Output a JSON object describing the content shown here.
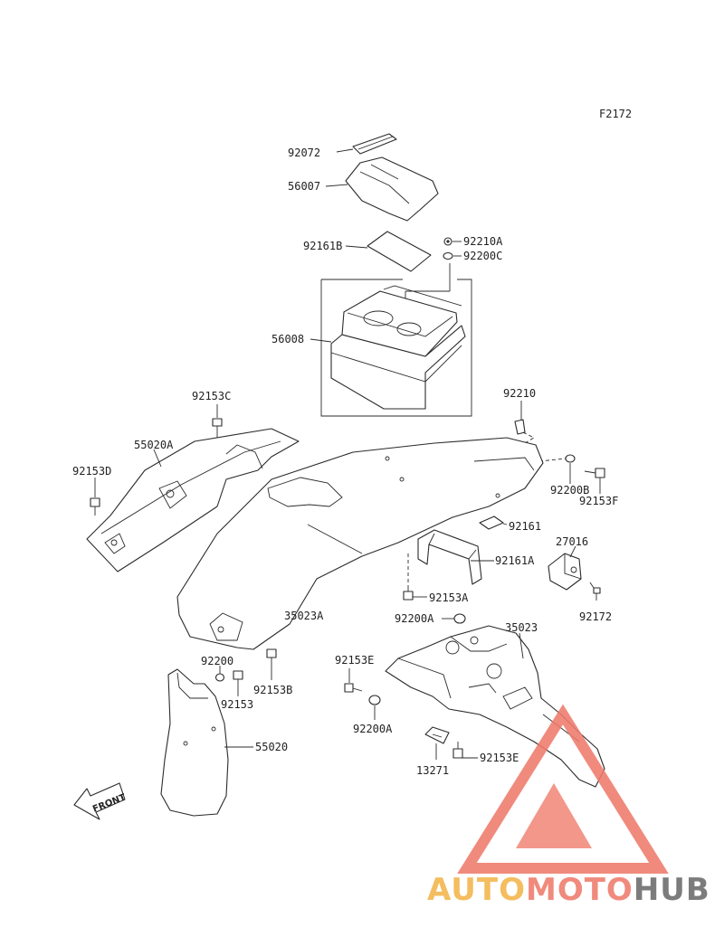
{
  "figure_code": "F2172",
  "labels": {
    "p92072": "92072",
    "p56007": "56007",
    "p92161B": "92161B",
    "p92210A": "92210A",
    "p92200C": "92200C",
    "p56008": "56008",
    "p92153C": "92153C",
    "p92210": "92210",
    "p55020A": "55020A",
    "p92153D": "92153D",
    "p92200B": "92200B",
    "p92153F": "92153F",
    "p92161": "92161",
    "p27016": "27016",
    "p92161A": "92161A",
    "p92153A": "92153A",
    "p92172": "92172",
    "p35023A": "35023A",
    "p92200A_top": "92200A",
    "p35023": "35023",
    "p92200": "92200",
    "p92153B": "92153B",
    "p92153E_top": "92153E",
    "p92153": "92153",
    "p55020": "55020",
    "p92200A_bottom": "92200A",
    "p92153E_bottom": "92153E",
    "p13271": "13271"
  },
  "front_arrow": "FRONT",
  "watermark": {
    "part1": "AUTO",
    "part2": "MOTO",
    "part3": "HUB",
    "color1": "#f3b54a",
    "color2": "#ef7b6c",
    "color3": "#6b6b6b",
    "triangle_color": "#ef7b6c"
  }
}
